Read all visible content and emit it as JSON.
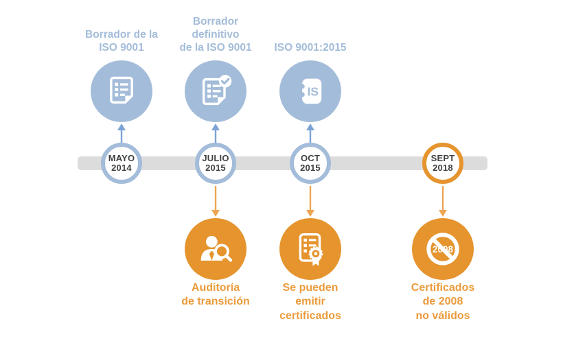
{
  "palette": {
    "phase_blue": "#a3bcd9",
    "blue_arrow": "#7ba3d4",
    "phase_orange": "#e5942e",
    "orange_arrow": "#eda553",
    "orange_label_text": "#eb9b3b",
    "timeline_bar": "#dcdcdc",
    "date_text": "#414042"
  },
  "events": [
    {
      "month": "MAYO",
      "year": "2014",
      "above": {
        "label": "Borrador de la\nISO 9001",
        "icon": "document-list-icon"
      }
    },
    {
      "month": "JULIO",
      "year": "2015",
      "above": {
        "label": "Borrador\ndefinitivo\nde la ISO 9001",
        "icon": "document-check-icon"
      },
      "below": {
        "label": "Auditoría\nde transición",
        "icon": "auditor-search-icon"
      }
    },
    {
      "month": "OCT",
      "year": "2015",
      "above": {
        "label": "ISO 9001:2015",
        "icon": "iso-book-icon",
        "icon_text": "IS"
      },
      "below": {
        "label": "Se pueden\nemitir\ncertificados",
        "icon": "certificate-award-icon"
      }
    },
    {
      "month": "SEPT",
      "year": "2018",
      "below": {
        "label": "Certificados\nde 2008\nno válidos",
        "icon": "banned-2008-icon",
        "icon_text": "2008"
      }
    }
  ]
}
